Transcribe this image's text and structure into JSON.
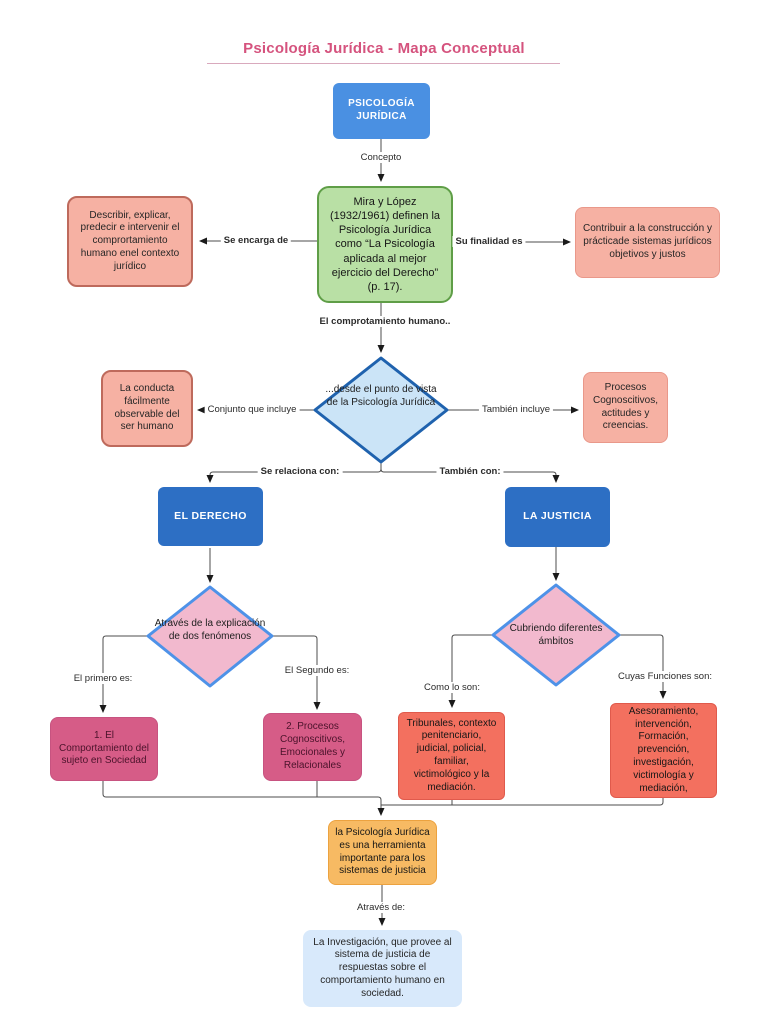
{
  "title": "Psicología Jurídica - Mapa Conceptual",
  "nodes": {
    "root": "PSICOLOGÍA JURÍDICA",
    "definition": "Mira y López (1932/1961) definen la Psicología Jurídica como “La Psicología aplicada al mejor ejercicio del Derecho” (p. 17).",
    "describir": "Describir, explicar, predecir e intervenir el comprortamiento humano enel contexto jurídico",
    "contribuir": "Contribuir a la construcción y prácticade sistemas jurídicos objetivos y justos",
    "desde_punto_vista": "...desde el punto de vista de la Psicología Jurídica",
    "conducta": "La conducta fácilmente observable del ser humano",
    "procesos_actitudes": "Procesos Cognoscitivos, actitudes y creencias.",
    "derecho": "EL DERECHO",
    "justicia": "LA JUSTICIA",
    "atraves_explicacion": "Através de la explicación de dos fenómenos",
    "cubriendo_ambitos": "Cubriendo diferentes ámbitos",
    "comportamiento_sujeto": "1. El Comportamiento del sujeto en Sociedad",
    "procesos_emocionales": "2. Procesos Cognoscitivos, Emocionales y Relacionales",
    "tribunales": "Tribunales, contexto penitenciario, judicial, policial, familiar, victimológico y la mediación.",
    "asesoramiento": "Asesoramiento, intervención, Formación, prevención, investigación, victimología y mediación,",
    "herramienta": "la Psicología Jurídica es una herramienta importante para los sistemas de justicia",
    "investigacion": "La Investigación, que provee al sistema de justicia de respuestas sobre el comportamiento humano en sociedad."
  },
  "edge_labels": {
    "concepto": "Concepto",
    "se_encarga": "Se encarga de",
    "finalidad": "Su finalidad es",
    "comportamiento_humano": "El comprotamiento humano..",
    "conjunto_incluye": "Conjunto que incluye",
    "tambien_incluye": "También incluye",
    "se_relaciona": "Se relaciona con:",
    "tambien_con": "También con:",
    "primero": "El primero es:",
    "segundo": "El Segundo es:",
    "como_son": "Como lo son:",
    "funciones": "Cuyas Funciones son:",
    "atraves_de": "Através de:"
  },
  "colors": {
    "title": "#D5537E",
    "title_rule": "#D9A9BD",
    "blue_primary": "#4A90E2",
    "blue_secondary": "#2D6FC4",
    "green_fill": "#B9E0A5",
    "green_stroke": "#5F9E47",
    "salmon_fill": "#F6B1A3",
    "salmon_stroke": "#BE6A5C",
    "diamond_blue_fill": "#CBE4F7",
    "diamond_blue_stroke": "#1F62AE",
    "diamond_pink_fill": "#F2B9CE",
    "diamond_pink_stroke": "#4E92E8",
    "darkpink_fill": "#D65C87",
    "darkpink_text": "#4B132B",
    "coral_fill": "#F3705F",
    "coral_stroke": "#E05A4C",
    "orange_fill": "#F7BA63",
    "orange_stroke": "#ECA23F",
    "lightblue_fill": "#D8E9FB",
    "line": "#4D4D4D",
    "label_text": "#2B2B2B"
  }
}
